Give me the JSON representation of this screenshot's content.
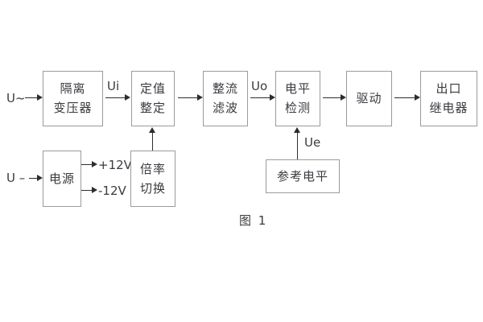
{
  "diagram": {
    "caption": "图 1",
    "inputs": {
      "ac_label": "U~",
      "dc_label": "U –"
    },
    "signals": {
      "ui": "Ui",
      "uo": "Uo",
      "ue": "Ue",
      "plus_12v": "+12V",
      "minus_12v": "-12V"
    },
    "blocks": {
      "isolation_transformer": {
        "line1": "隔离",
        "line2": "变压器"
      },
      "setpoint_adjust": {
        "line1": "定值",
        "line2": "整定"
      },
      "rectifier_filter": {
        "line1": "整流",
        "line2": "滤波"
      },
      "level_detector": {
        "line1": "电平",
        "line2": "检测"
      },
      "driver": {
        "line1": "驱动"
      },
      "output_relay": {
        "line1": "出口",
        "line2": "继电器"
      },
      "power_supply": {
        "line1": "电源"
      },
      "ratio_switch": {
        "line1": "倍率",
        "line2": "切换"
      },
      "reference_level": {
        "line1": "参考电平"
      }
    },
    "colors": {
      "background": "#ffffff",
      "box_border": "#9b9b9b",
      "text": "#3a3a40",
      "arrow": "#2d2d2d"
    }
  }
}
